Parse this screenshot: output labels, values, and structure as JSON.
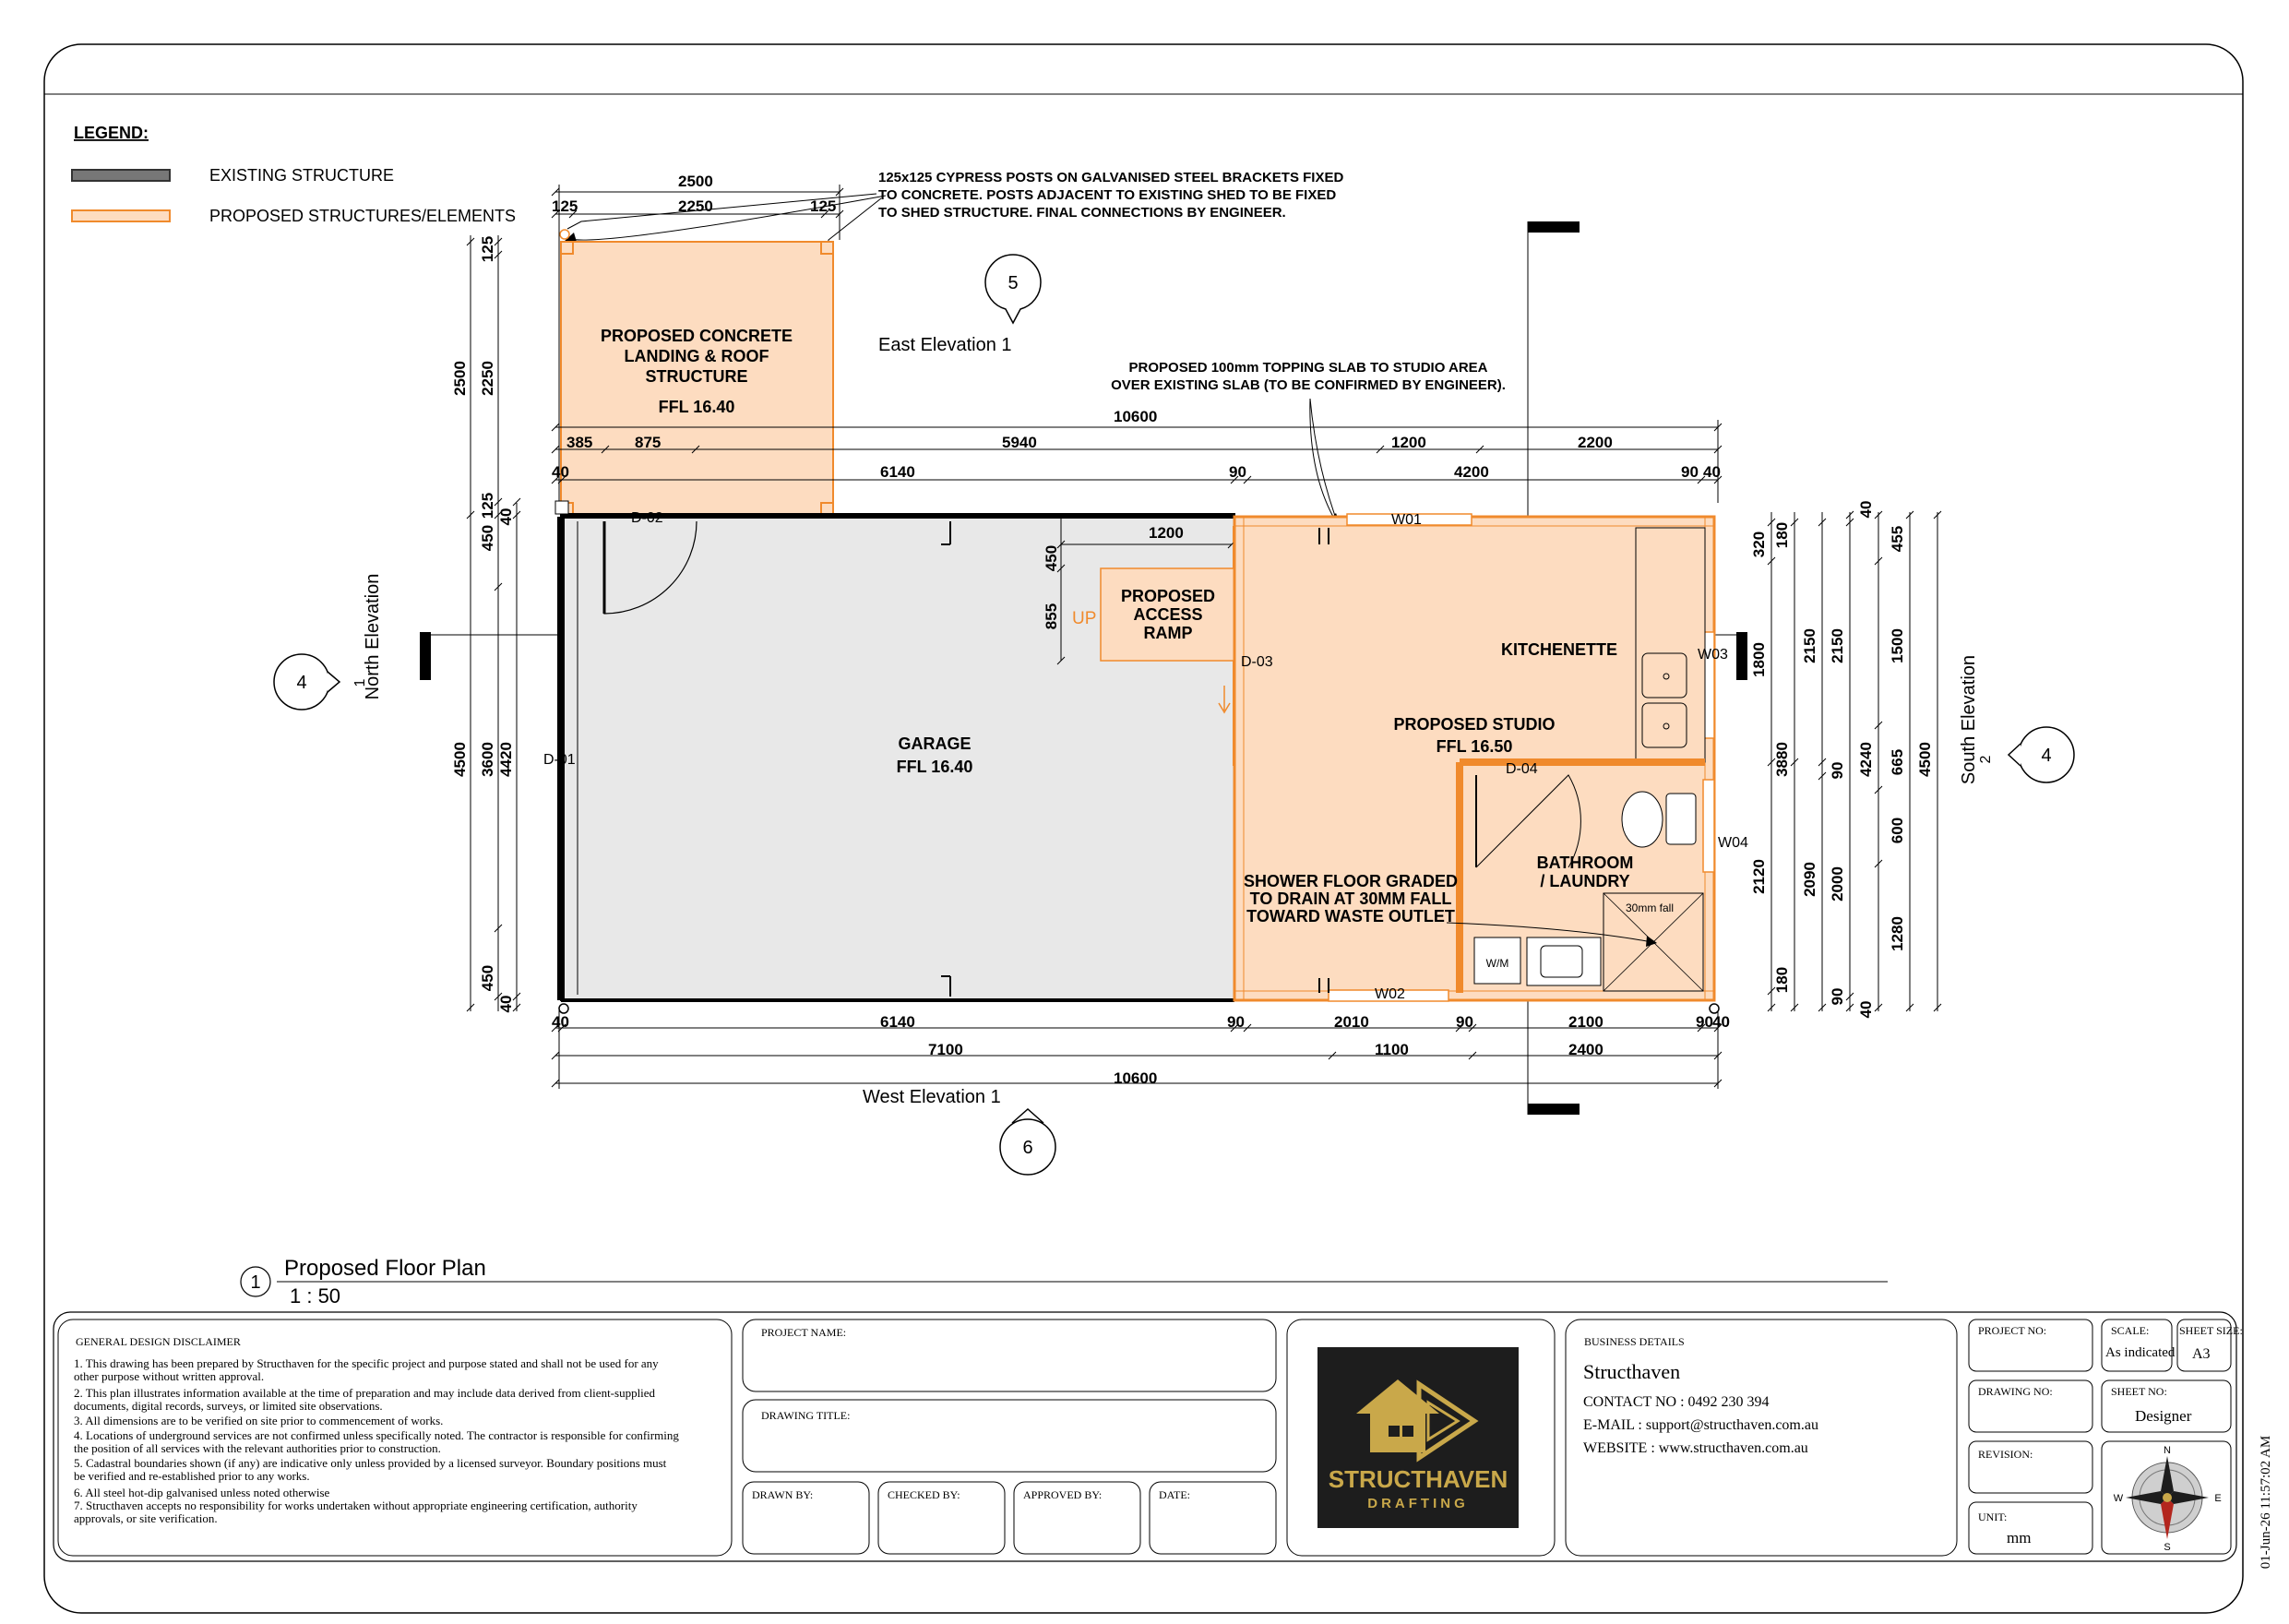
{
  "legend": {
    "title": "LEGEND:",
    "existing": "EXISTING STRUCTURE",
    "proposed": "PROPOSED STRUCTURES/ELEMENTS"
  },
  "notes": {
    "posts": [
      "125x125 CYPRESS POSTS ON GALVANISED STEEL BRACKETS FIXED",
      "TO CONCRETE. POSTS ADJACENT TO EXISTING SHED TO BE FIXED",
      "TO SHED STRUCTURE. FINAL CONNECTIONS BY ENGINEER."
    ],
    "slab": [
      "PROPOSED 100mm TOPPING SLAB TO STUDIO AREA",
      "OVER EXISTING SLAB (TO BE CONFIRMED BY ENGINEER)."
    ],
    "shower": [
      "SHOWER FLOOR GRADED",
      "TO DRAIN AT 30MM FALL",
      "TOWARD WASTE OUTLET"
    ]
  },
  "rooms": {
    "landing": [
      "PROPOSED CONCRETE",
      "LANDING & ROOF",
      "STRUCTURE"
    ],
    "landing_ffl": "FFL 16.40",
    "garage": "GARAGE",
    "garage_ffl": "FFL 16.40",
    "ramp": [
      "PROPOSED",
      "ACCESS",
      "RAMP"
    ],
    "ramp_up": "UP",
    "studio": "PROPOSED STUDIO",
    "studio_ffl": "FFL 16.50",
    "kitchenette": "KITCHENETTE",
    "bathroom": [
      "BATHROOM",
      "/ LAUNDRY"
    ],
    "wm": "W/M",
    "fall": "30mm fall"
  },
  "openings": {
    "d01": "D-01",
    "d02": "D-02",
    "d03": "D-03",
    "d04": "D-04",
    "w01": "W01",
    "w02": "W02",
    "w03": "W03",
    "w04": "W04"
  },
  "elevations": {
    "east": {
      "label": "East Elevation 1",
      "num": "5"
    },
    "west": {
      "label": "West Elevation 1",
      "num": "6"
    },
    "north": {
      "label": "North Elevation",
      "num": "4",
      "sub": "1"
    },
    "south": {
      "label": "South Elevation",
      "num": "4",
      "sub": "2"
    }
  },
  "dims": {
    "top": {
      "landing_total": "2500",
      "landing_inner": "2250",
      "landing_l": "125",
      "landing_r": "125",
      "overall": "10600",
      "r2": [
        "385",
        "875",
        "5940",
        "1200",
        "2200"
      ],
      "r3": [
        "40",
        "6140",
        "90",
        "4200",
        "90",
        "40"
      ]
    },
    "bottom": {
      "r1": [
        "40",
        "6140",
        "90",
        "2010",
        "90",
        "2100",
        "90",
        "40"
      ],
      "r2": [
        "7100",
        "1100",
        "2400"
      ],
      "overall": "10600"
    },
    "left": {
      "landing": [
        "125",
        "2250",
        "2500",
        "125",
        "450"
      ],
      "main": [
        "4500",
        "3600",
        "4420",
        "450",
        "40",
        "40"
      ]
    },
    "right": {
      "c1": [
        "320",
        "1800",
        "2120",
        "180",
        "180"
      ],
      "c2": [
        "2150",
        "3880",
        "2090"
      ],
      "c3": [
        "2150",
        "90",
        "2000",
        "90"
      ],
      "c4": [
        "40",
        "4240",
        "40"
      ],
      "c5": [
        "455",
        "1500",
        "665",
        "600",
        "1280"
      ],
      "c6": [
        "4500"
      ]
    },
    "ramp": [
      "1200",
      "450",
      "855"
    ]
  },
  "plan_title": {
    "num": "1",
    "title": "Proposed Floor Plan",
    "scale": "1 : 50"
  },
  "title_block": {
    "disclaimer_title": "GENERAL DESIGN DISCLAIMER",
    "disclaimer": [
      "1.  This drawing has been prepared by Structhaven for the specific project and purpose stated and shall not be used for any",
      "     other purpose without written approval.",
      "2.  This plan illustrates information available at the time of preparation and may include data derived from client-supplied",
      "     documents, digital records, surveys, or limited site observations.",
      "3.  All dimensions are to be verified on site prior to commencement of works.",
      "4.  Locations of underground services are not confirmed unless specifically noted. The contractor is responsible for confirming",
      "     the position of all services with the relevant authorities prior to construction.",
      "5.  Cadastral boundaries shown (if any) are indicative only unless provided by a licensed surveyor. Boundary positions must",
      "     be verified and re-established prior to any works.",
      "6.  All steel hot-dip galvanised unless noted otherwise",
      "7.  Structhaven accepts no responsibility for works undertaken without appropriate engineering certification, authority",
      "     approvals, or site verification."
    ],
    "project_name": "PROJECT NAME:",
    "drawing_title": "DRAWING TITLE:",
    "drawn_by": "DRAWN BY:",
    "checked_by": "CHECKED BY:",
    "approved_by": "APPROVED BY:",
    "date": "DATE:",
    "logo_line1": "STRUCTHAVEN",
    "logo_line2": "DRAFTING",
    "business_details": "BUSINESS DETAILS",
    "business_name": "Structhaven",
    "contact": "CONTACT NO : 0492 230 394",
    "email": "E-MAIL : support@structhaven.com.au",
    "website": "WEBSITE : www.structhaven.com.au",
    "project_no": "PROJECT NO:",
    "scale_label": "SCALE:",
    "scale_value": "As indicated",
    "sheet_size_label": "SHEET SIZE:",
    "sheet_size_value": "A3",
    "drawing_no": "DRAWING NO:",
    "sheet_no_label": "SHEET NO:",
    "sheet_no_value": "Designer",
    "revision": "REVISION:",
    "unit_label": "UNIT:",
    "unit_value": "mm",
    "compass": {
      "n": "N",
      "s": "S",
      "e": "E",
      "w": "W"
    },
    "timestamp": "01-Jun-26 11:57:02 AM"
  },
  "colors": {
    "proposed_fill": "#fddcc0",
    "proposed_stroke": "#f08a2c",
    "existing_fill": "#e8e8e8",
    "logo_bg": "#1d1d1d",
    "logo_gold": "#c9a84a"
  }
}
